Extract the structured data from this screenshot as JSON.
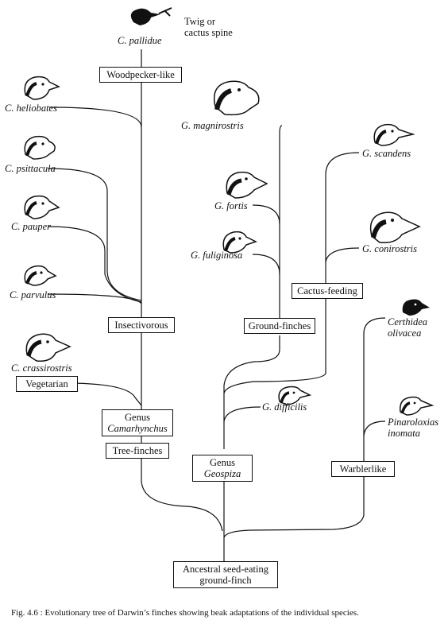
{
  "species": {
    "pallidue": "C. pallidue",
    "heliobates": "C. heliobates",
    "psittacula": "C. psittacula",
    "pauper": "C. pauper",
    "parvulus": "C. parvulus",
    "crassirostris": "C. crassirostris",
    "magnirostris": "G. magnirostris",
    "fortis": "G. fortis",
    "fuliginosa": "G. fuliginosa",
    "scandens": "G. scandens",
    "conirostris": "G. conirostris",
    "difficilis": "G. difficilis",
    "certhidea_1": "Certhidea",
    "certhidea_2": "olivacea",
    "pinaroloxias_1": "Pinaroloxias",
    "pinaroloxias_2": "inomata"
  },
  "tool_note": {
    "line1": "Twig or",
    "line2": "cactus spine"
  },
  "groups": {
    "woodpecker": "Woodpecker-like",
    "insectivorous": "Insectivorous",
    "vegetarian": "Vegetarian",
    "camarhynchus_1": "Genus",
    "camarhynchus_2": "Camarhynchus",
    "tree_finches": "Tree-finches",
    "ground_finches": "Ground-finches",
    "cactus_feeding": "Cactus-feeding",
    "geospiza_1": "Genus",
    "geospiza_2": "Geospiza",
    "warblerlike": "Warblerlike",
    "ancestral_1": "Ancestral seed-eating",
    "ancestral_2": "ground-finch"
  },
  "caption": "Fig. 4.6 : Evolutionary tree of Darwin’s finches showing beak adaptations of the individual species."
}
